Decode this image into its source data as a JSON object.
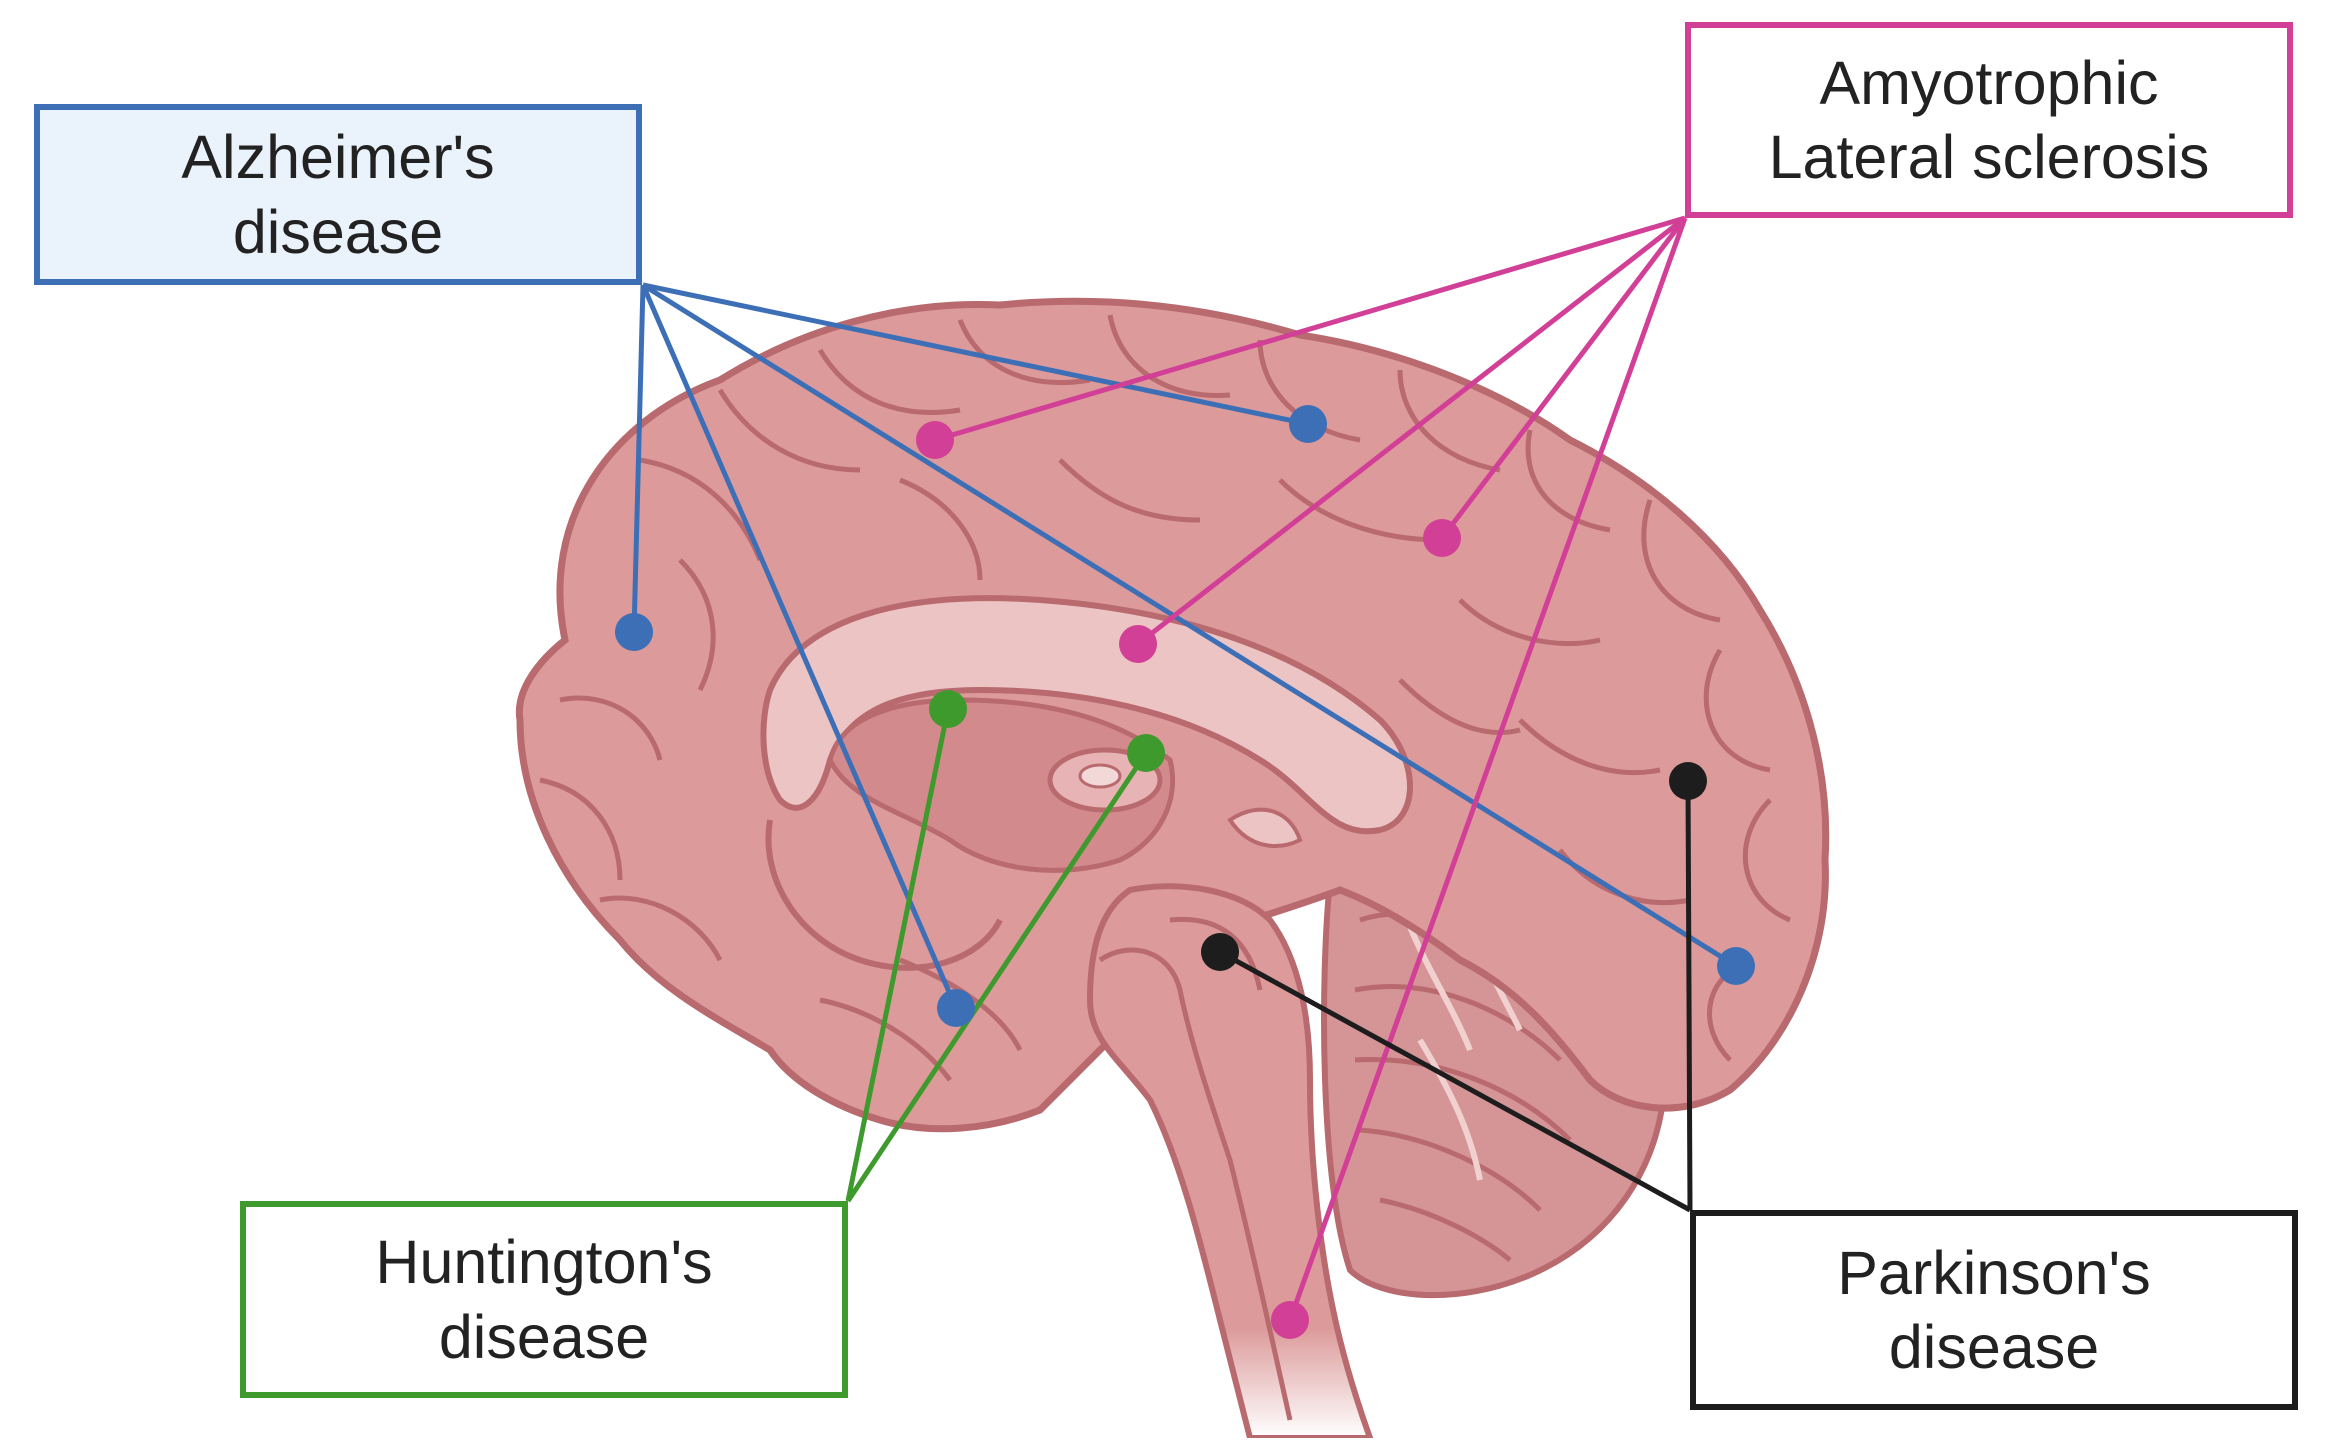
{
  "labels": {
    "alzheimers": {
      "line1": "Alzheimer's",
      "line2": "disease",
      "color": "#3d6fb6"
    },
    "als": {
      "line1": "Amyotrophic",
      "line2": "Lateral sclerosis",
      "color": "#d23f96"
    },
    "huntingtons": {
      "line1": "Huntington's",
      "line2": "disease",
      "color": "#3f9a2e"
    },
    "parkinsons": {
      "line1": "Parkinson's",
      "line2": "disease",
      "color": "#1d1d1d"
    }
  },
  "colors": {
    "brain_fill": "#dc9a9a",
    "brain_outline": "#b86a6e",
    "inner_light": "#edc4c4",
    "cerebellum_fill": "#d59496"
  }
}
